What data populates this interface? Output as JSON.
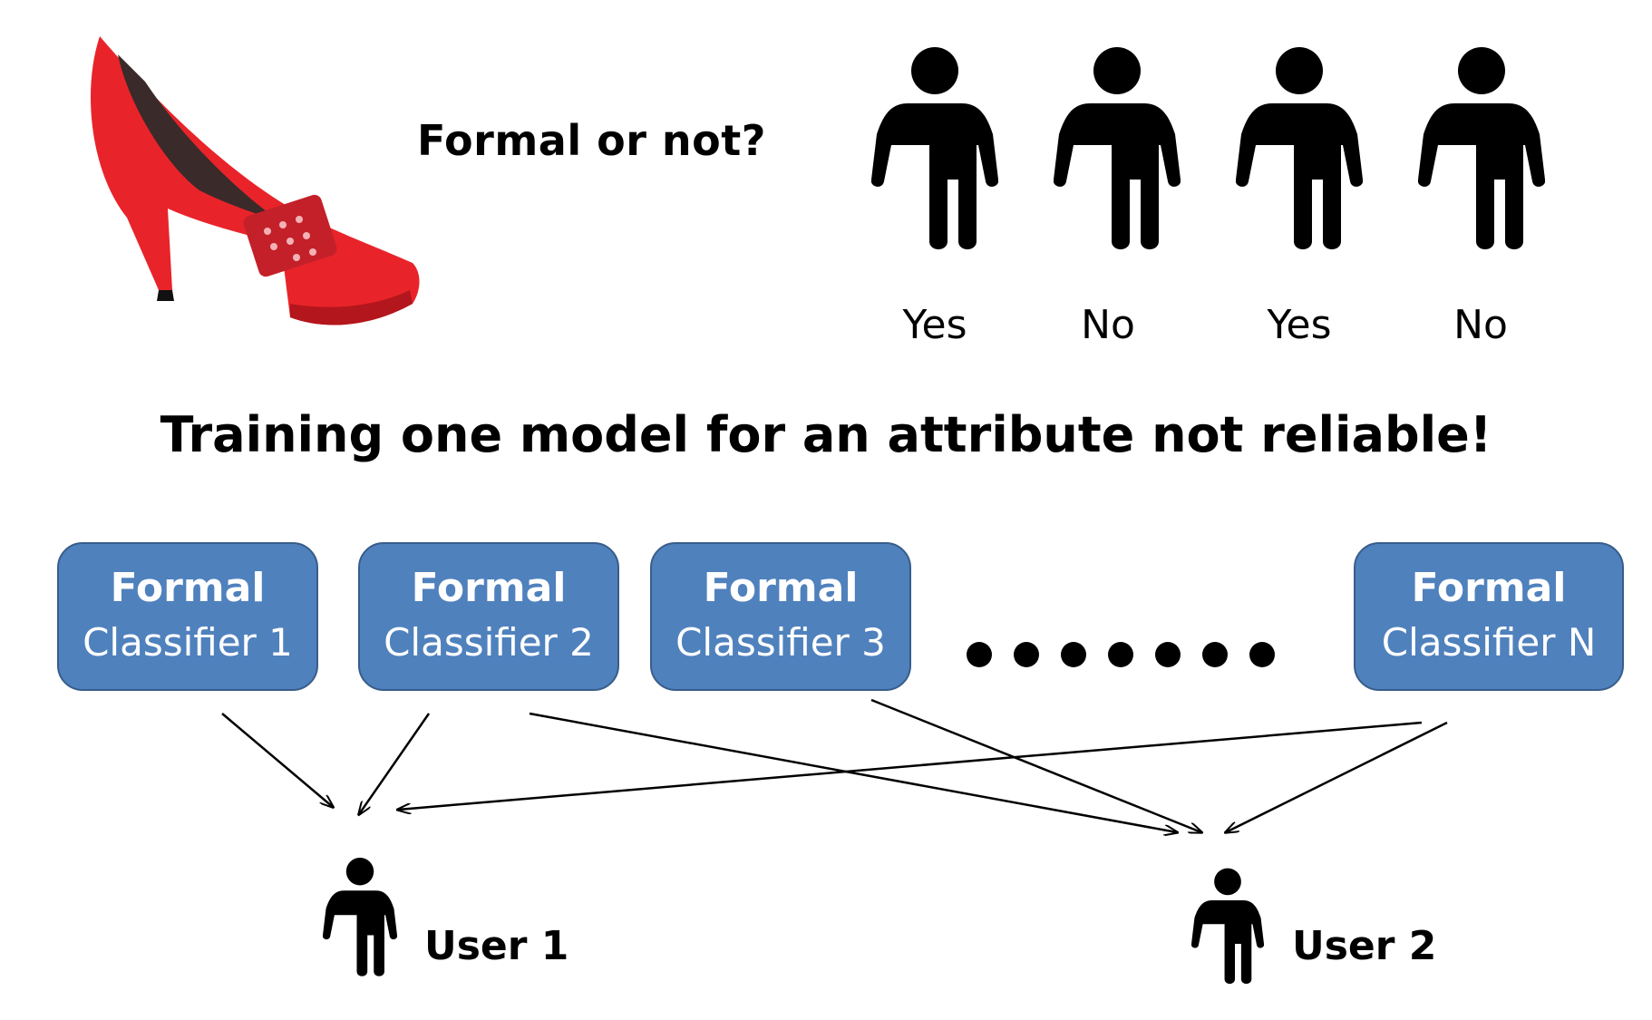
{
  "question": "Formal or not?",
  "answers": [
    "Yes",
    "No",
    "Yes",
    "No"
  ],
  "headline": "Training one model for an attribute not reliable!",
  "classifiers": [
    {
      "title": "Formal",
      "name": "Classifier 1"
    },
    {
      "title": "Formal",
      "name": "Classifier 2"
    },
    {
      "title": "Formal",
      "name": "Classifier 3"
    },
    {
      "title": "Formal",
      "name": "Classifier N"
    }
  ],
  "users": [
    {
      "label": "User 1"
    },
    {
      "label": "User 2"
    }
  ],
  "icons": {
    "product_image": "red-high-heel-shoe-icon",
    "person": "person-icon",
    "ellipsis": "ellipsis-dots-icon"
  },
  "colors": {
    "box_fill": "#4f81bd",
    "box_border": "#385d8a",
    "shoe": "#e8242a"
  }
}
